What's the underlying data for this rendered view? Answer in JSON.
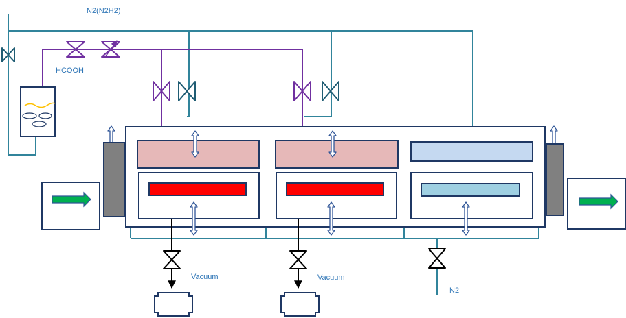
{
  "labels": {
    "n2_supply": "N2(N2H2)",
    "formic_acid": "HCOOH",
    "vacuum_left": "Vacuum",
    "vacuum_right": "Vacuum",
    "n2_bottom": "N2"
  },
  "colors": {
    "n2_line": "#31849b",
    "hcooh_line": "#7030a0",
    "outline": "#1f3864",
    "heater": "#ff0000",
    "plate_hot": "#e6b8b8",
    "plate_cool": "#c5d9f1",
    "cooler": "#9fd0e2",
    "door": "#808080",
    "arrow": "#00b050",
    "stem": "#2f5597",
    "label": "#2e75b6"
  },
  "icons": [
    "valve-icon",
    "needle-valve-icon",
    "vacuum-pump-icon",
    "conveyor-arrow-icon",
    "bubbler-icon"
  ]
}
